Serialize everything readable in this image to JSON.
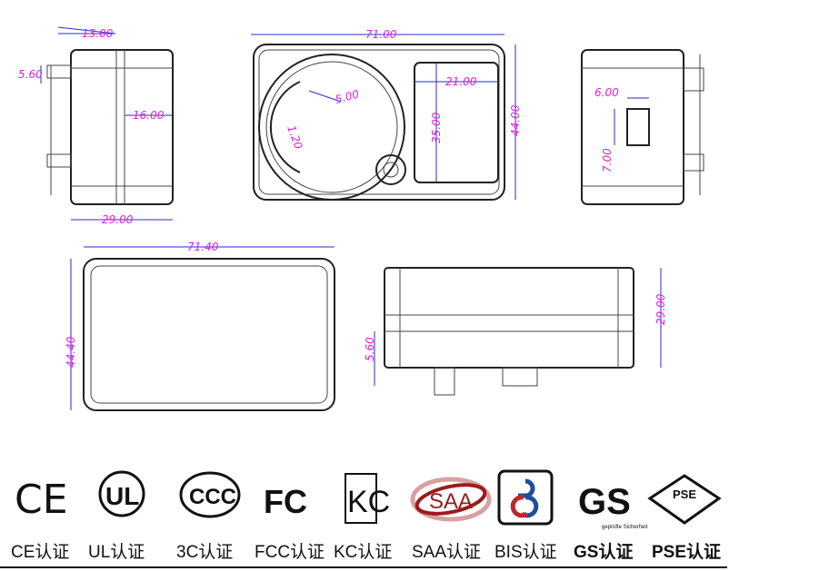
{
  "views": {
    "side_left": {
      "dims": [
        "13.00",
        "5.60",
        "16.00",
        "29.00"
      ]
    },
    "front": {
      "dims": [
        "71.00",
        "21.00",
        "35.00",
        "44.00",
        "5.00",
        "1.20"
      ]
    },
    "side_right": {
      "dims": [
        "6.00",
        "7.00"
      ]
    },
    "back": {
      "dims": [
        "71.40",
        "44.40"
      ]
    },
    "top": {
      "dims": [
        "29.00",
        "5.60"
      ]
    }
  },
  "certifications": [
    {
      "logo": "CE",
      "caption": "CE认证"
    },
    {
      "logo": "UL",
      "caption": "UL认证"
    },
    {
      "logo": "CCC",
      "caption": "3C认证"
    },
    {
      "logo": "FC",
      "caption": "FCC认证"
    },
    {
      "logo": "KC",
      "caption": "KC认证"
    },
    {
      "logo": "SAA",
      "caption": "SAA认证"
    },
    {
      "logo": "BIS",
      "caption": "BIS认证"
    },
    {
      "logo": "GS",
      "caption": "GS认证",
      "sub": "geprüfte Sicherheit"
    },
    {
      "logo": "PSE",
      "caption": "PSE认证"
    }
  ],
  "colors": {
    "dimension_text": "#e020e0",
    "dimension_line": "#2a2ad0",
    "saa_red": "#9b1b1b",
    "bis_blue": "#1f4e9c",
    "bis_red": "#c0262d"
  }
}
